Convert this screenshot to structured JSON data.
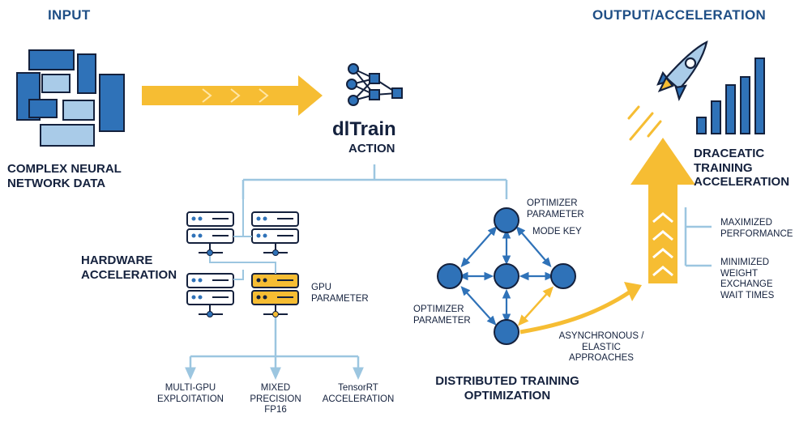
{
  "headings": {
    "input": "INPUT",
    "output": "OUTPUT/ACCELERATION"
  },
  "input_block": {
    "label": "COMPLEX NEURAL\nNETWORK DATA"
  },
  "center": {
    "brand": "dlTrain",
    "subtitle": "ACTION"
  },
  "hardware": {
    "title": "HARDWARE\nACCELERATION",
    "gpu_label": "GPU\nPARAMETER",
    "leaves": [
      "MULTI-GPU\nEXPLOITATION",
      "MIXED\nPRECISION\nFP16",
      "TensorRT\nACCELERATION"
    ]
  },
  "distributed": {
    "title": "DISTRIBUTED TRAINING\nOPTIMIZATION",
    "label_top": "OPTIMIZER\nPARAMETER",
    "label_mode": "MODE KEY",
    "label_left": "OPTIMIZER\nPARAMETER",
    "label_async": "ASYNCHRONOUS /\nELASTIC APPROACHES"
  },
  "output_block": {
    "title": "DRACEATIC\nTRAINING\nACCELERATION",
    "benefits": [
      "MAXIMIZED\nPERFORMANCE",
      "MINIMIZED\nWEIGHT\nEXCHANGE\nWAIT TIMES"
    ]
  },
  "colors": {
    "dark_blue": "#1f4f86",
    "mid_blue": "#2f72b8",
    "light_blue": "#a9cbe8",
    "line_blue": "#9cc6e0",
    "accent_yellow": "#f6bd33",
    "text_navy": "#14213d"
  },
  "icons": [
    "network-grid-icon",
    "neural-net-icon",
    "server-rack-icon",
    "rocket-icon",
    "bar-chart-icon"
  ]
}
